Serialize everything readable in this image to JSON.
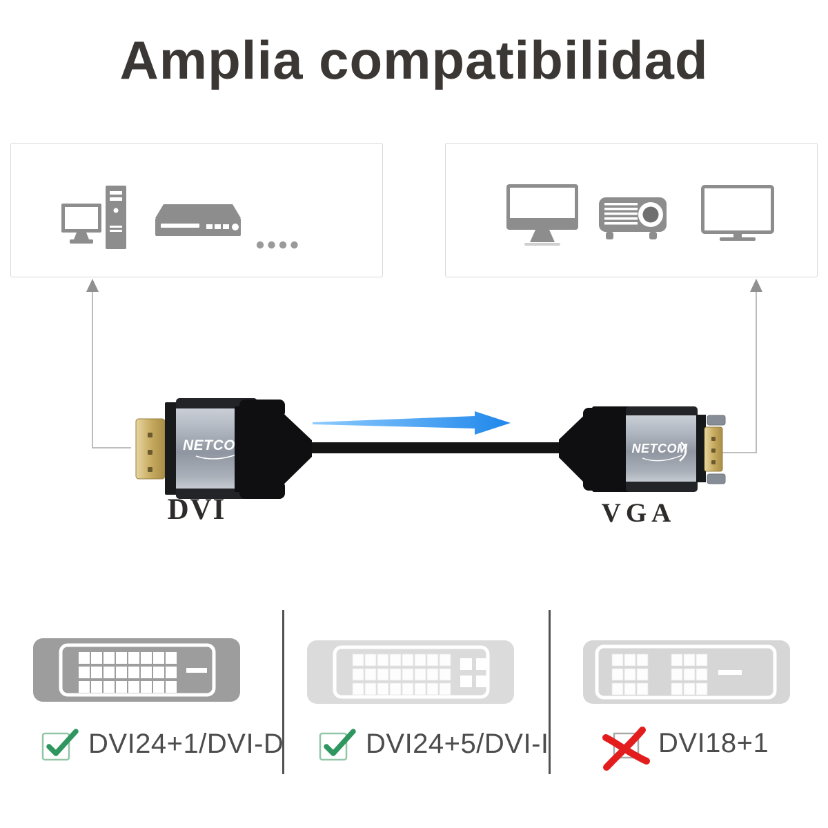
{
  "title": "Amplia compatibilidad",
  "source_devices_box": {
    "icons": [
      "desktop-computer",
      "dvd-player",
      "ellipsis-dots"
    ]
  },
  "display_devices_box": {
    "icons": [
      "monitor",
      "projector",
      "tv"
    ]
  },
  "cable": {
    "brand": "NETCOM",
    "left_connector_label": "DVI",
    "right_connector_label": "VGA",
    "direction": "dvi-to-vga"
  },
  "compatibility": {
    "items": [
      {
        "label": "DVI24+1/DVI-D",
        "port": "dvi-d-24-1",
        "compatible": true
      },
      {
        "label": "DVI24+5/DVI-I",
        "port": "dvi-i-24-5",
        "compatible": true
      },
      {
        "label": "DVI18+1",
        "port": "dvi-18-1",
        "compatible": false
      }
    ]
  },
  "colors": {
    "title": "#3b3734",
    "icon-gray": "#8d8d8d",
    "box-border": "#d9d9d9",
    "divider": "#515151",
    "label-text": "#4c4c4c",
    "port-label": "#2e2c2a",
    "arrow-blue": "#1f87ea",
    "check-green": "#2f9660",
    "check-border": "#92c6a7",
    "cross-red": "#e31d1d",
    "connector-gold": "#c2a95f",
    "cable-black": "#141414"
  }
}
